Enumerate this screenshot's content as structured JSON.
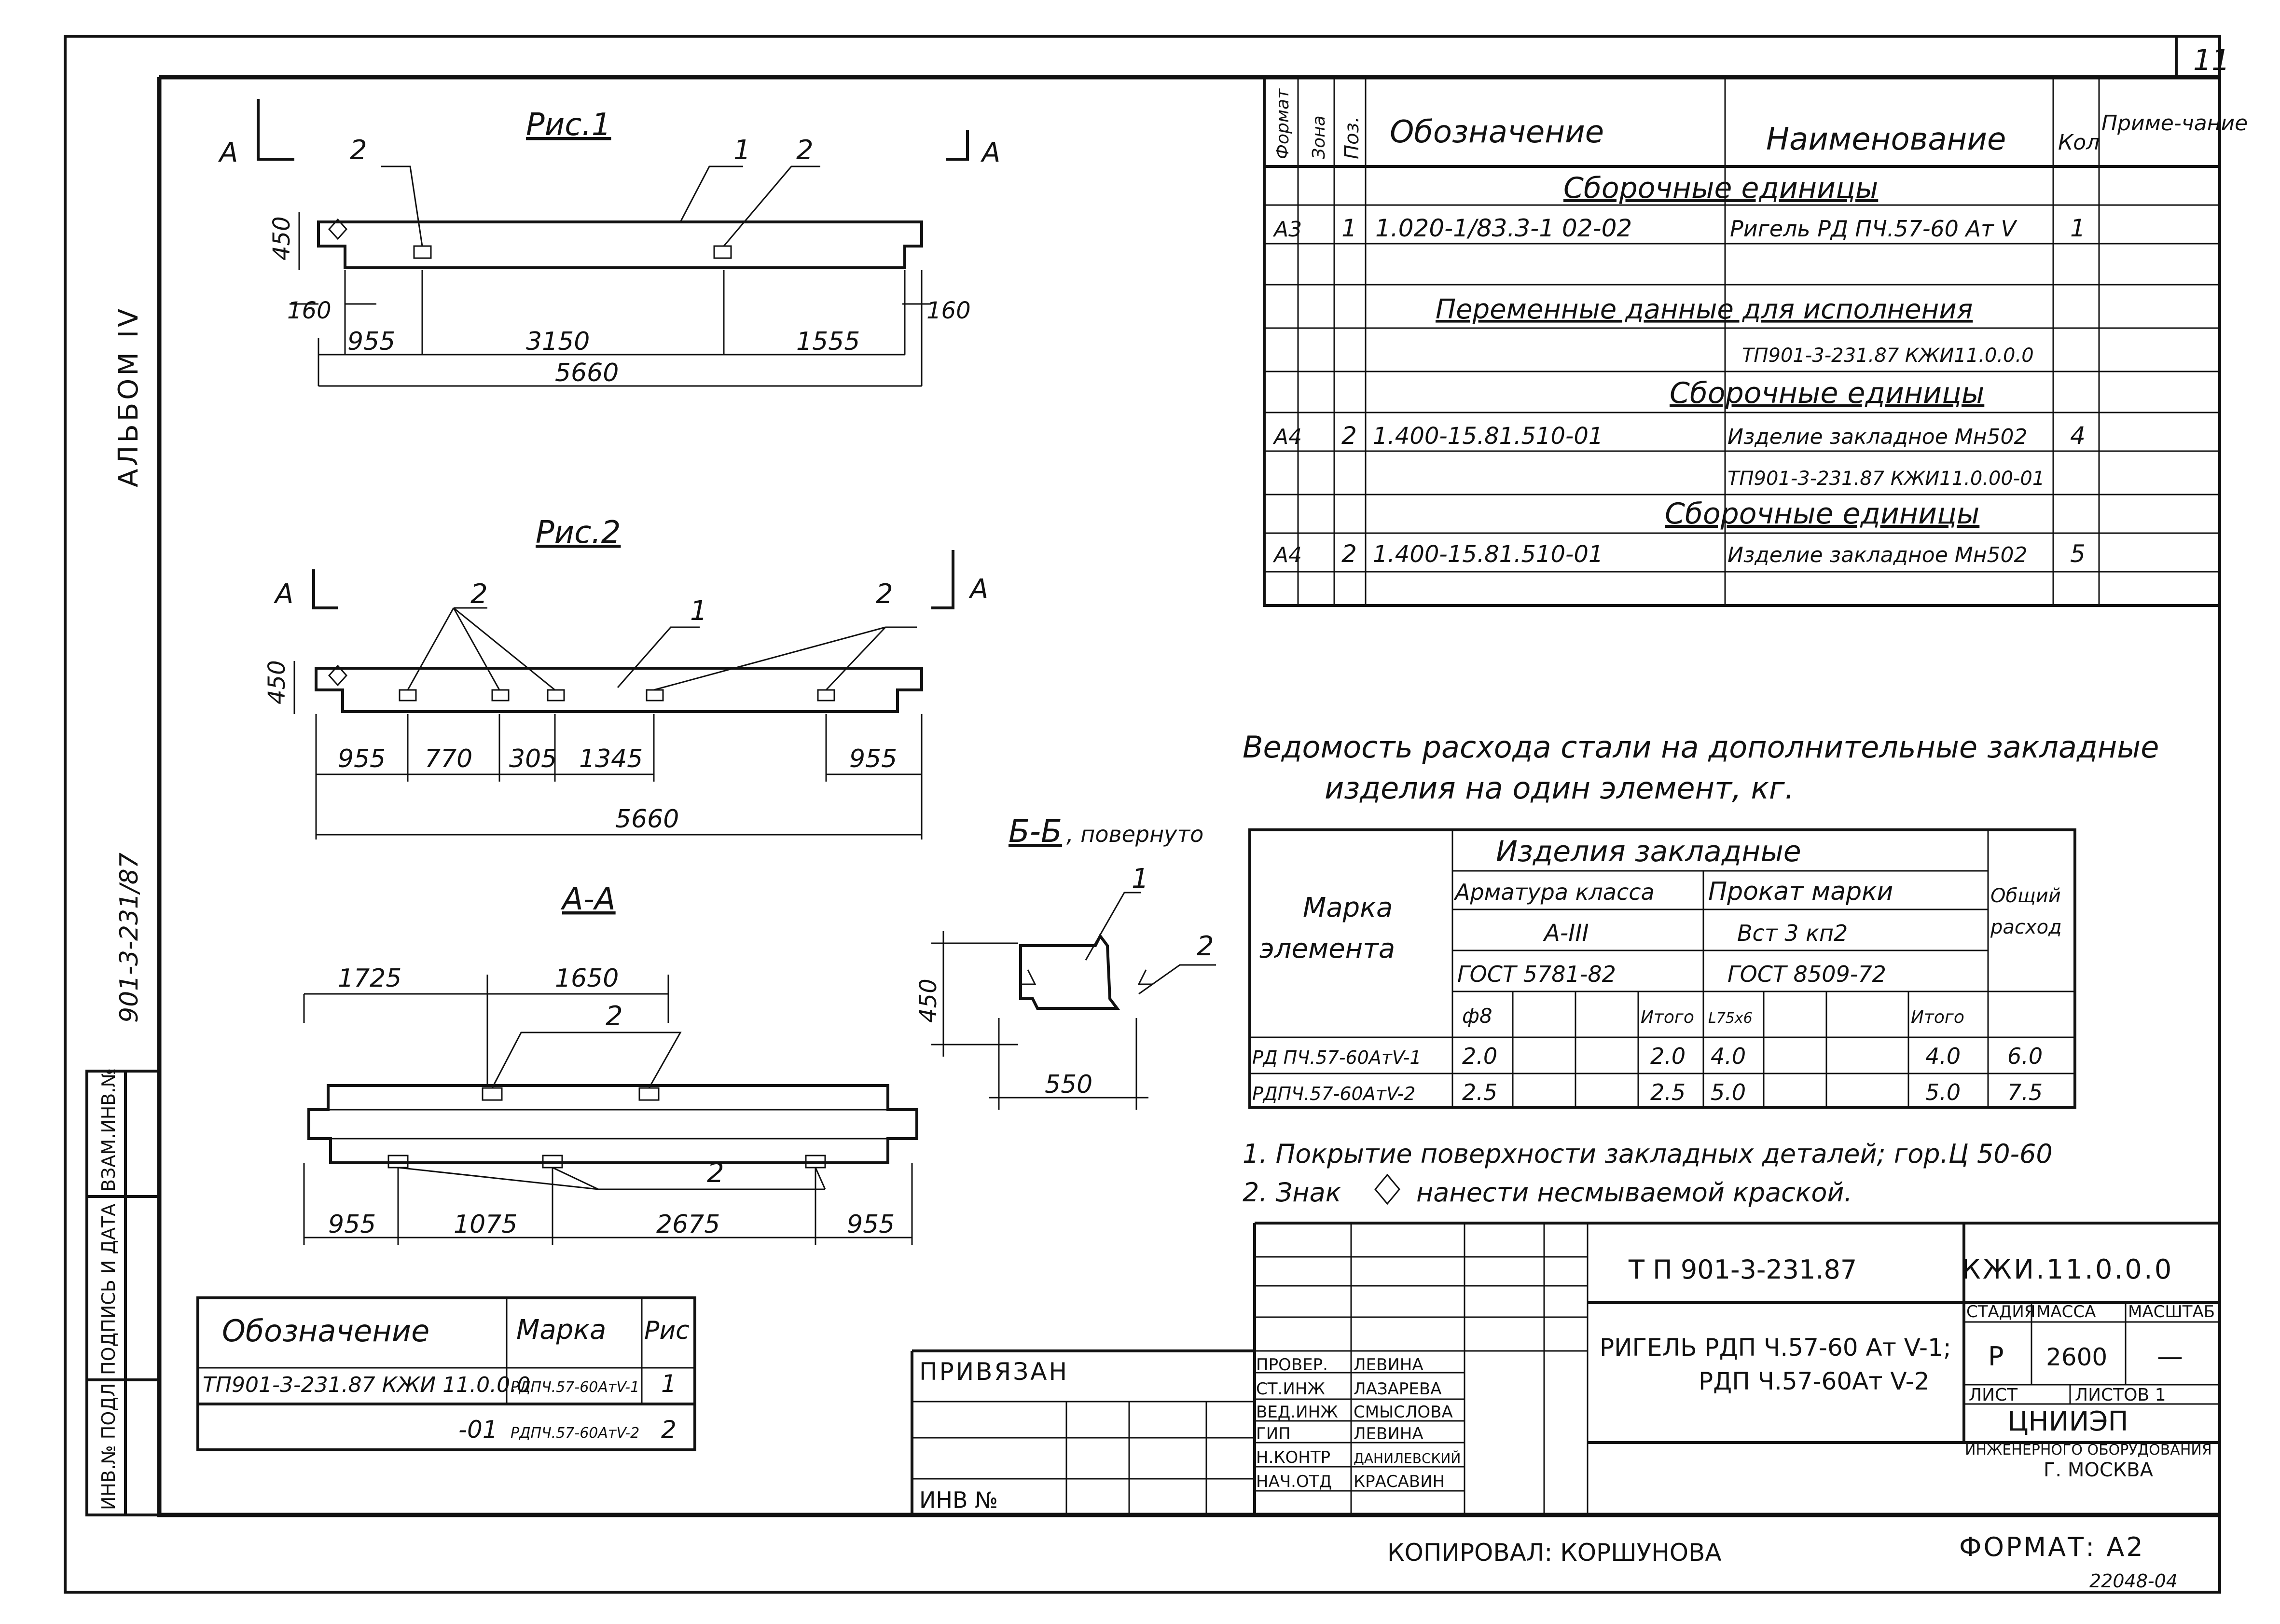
{
  "sheet_number": "11",
  "side": {
    "album": "АЛЬБОМ IV",
    "project": "901-3-231/87"
  },
  "side_stamp": [
    "ИНВ.№ ПОДЛ",
    "ПОДПИСЬ И ДАТА",
    "ВЗАМ.ИНВ.№"
  ],
  "fig1": {
    "title": "Рис.1",
    "sec_a1": "А",
    "sec_a2": "А",
    "pos1": "1",
    "pos2a": "2",
    "pos2b": "2",
    "height": "450",
    "off_l": "160",
    "off_r": "160",
    "d1": "955",
    "d2": "3150",
    "d3": "1555",
    "total": "5660"
  },
  "fig2": {
    "title": "Рис.2",
    "sec_a1": "А",
    "sec_a2": "А",
    "pos2a": "2",
    "pos1": "1",
    "pos2b": "2",
    "height": "450",
    "d1": "955",
    "d2": "770",
    "d3": "305",
    "d4": "1345",
    "d5": "955",
    "total": "5660"
  },
  "view_aa": {
    "title": "А-А",
    "top1": "1725",
    "top2": "1650",
    "pos_top": "2",
    "pos_bot": "2",
    "b1": "955",
    "b2": "1075",
    "b3": "2675",
    "b4": "955"
  },
  "section_bb": {
    "title": "Б-Б",
    "note": ", повернуто",
    "pos1": "1",
    "pos2": "2",
    "height": "450",
    "width": "550"
  },
  "spec": {
    "headers": {
      "format": "Формат",
      "zone": "Зона",
      "pos": "Поз.",
      "designation": "Обозначение",
      "name": "Наименование",
      "qty": "Кол",
      "note": "Приме-чание"
    },
    "sections": {
      "s1": "Сборочные единицы",
      "s2": "Переменные данные для исполнения",
      "s3": "Сборочные единицы",
      "s4": "Сборочные единицы"
    },
    "rows": {
      "r1": {
        "format": "А3",
        "pos": "1",
        "designation": "1.020-1/83.3-1 02-02",
        "name": "Ригель РД ПЧ.57-60 Ат V",
        "qty": "1"
      },
      "r2": {
        "name": "ТП901-3-231.87 КЖИ11.0.0.0"
      },
      "r3": {
        "format": "А4",
        "pos": "2",
        "designation": "1.400-15.81.510-01",
        "name": "Изделие закладное Мн502",
        "qty": "4"
      },
      "r4": {
        "name": "ТП901-3-231.87 КЖИ11.0.00-01"
      },
      "r5": {
        "format": "А4",
        "pos": "2",
        "designation": "1.400-15.81.510-01",
        "name": "Изделие закладное Мн502",
        "qty": "5"
      }
    }
  },
  "steel": {
    "title1": "Ведомость расхода стали на дополнительные закладные",
    "title2": "изделия на один элемент, кг.",
    "h_mark": "Марка",
    "h_mark2": "элемента",
    "h_items": "Изделия закладные",
    "h_arm": "Арматура класса",
    "h_arm_cls": "А-III",
    "h_arm_gost": "ГОСТ 5781-82",
    "h_d": "ф8",
    "h_total1": "Итого",
    "h_rolled": "Прокат марки",
    "h_rolled_m": "Вст 3 кп2",
    "h_rolled_gost": "ГОСТ 8509-72",
    "h_l": "L75х6",
    "h_total2": "Итого",
    "h_sum": "Общий",
    "h_sum2": "расход",
    "rows": {
      "r1": {
        "mark": "РД ПЧ.57-60АтV-1",
        "d8": "2.0",
        "total1": "2.0",
        "l75": "4.0",
        "total2": "4.0",
        "sum": "6.0"
      },
      "r2": {
        "mark": "РДПЧ.57-60АтV-2",
        "d8": "2.5",
        "total1": "2.5",
        "l75": "5.0",
        "total2": "5.0",
        "sum": "7.5"
      }
    }
  },
  "notes": {
    "n1": "1. Покрытие поверхности закладных деталей; гор.Ц 50-60",
    "n2a": "2. Знак",
    "n2b": "нанести несмываемой краской."
  },
  "variants": {
    "h_designation": "Обозначение",
    "h_mark": "Марка",
    "h_fig": "Рис",
    "r1": {
      "designation": "ТП901-3-231.87 КЖИ 11.0.0.0",
      "mark": "РДПЧ.57-60АтV-1",
      "fig": "1"
    },
    "r2": {
      "designation": "-01",
      "mark": "РДПЧ.57-60АтV-2",
      "fig": "2"
    }
  },
  "binding": {
    "label": "ПРИВЯЗАН",
    "inv": "ИНВ №"
  },
  "stamp": {
    "roles": {
      "r1": "ПРОВЕР.",
      "r2": "СТ.ИНЖ",
      "r3": "ВЕД.ИНЖ",
      "r4": "ГИП",
      "r5": "Н.КОНТР",
      "r6": "НАЧ.ОТД"
    },
    "names": {
      "n1": "ЛЕВИНА",
      "n2": "ЛАЗАРЕВА",
      "n3": "СМЫСЛОВА",
      "n4": "ЛЕВИНА",
      "n5": "ДАНИЛЕВСКИЙ",
      "n6": "КРАСАВИН"
    },
    "project": "Т П 901-3-231.87",
    "code": "КЖИ.11.0.0.0",
    "title1": "РИГЕЛЬ РДП Ч.57-60 Ат V-1;",
    "title2": "РДП Ч.57-60Ат V-2",
    "h_stage": "СТАДИЯ",
    "h_mass": "МАССА",
    "h_scale": "МАСШТАБ",
    "stage": "Р",
    "mass": "2600",
    "scale": "—",
    "sheet": "ЛИСТ",
    "sheets": "ЛИСТОВ 1",
    "org1": "ЦНИИЭП",
    "org2": "ИНЖЕНЕРНОГО ОБОРУДОВАНИЯ",
    "org3": "Г. МОСКВА"
  },
  "copied": "КОПИРОВАЛ: КОРШУНОВА",
  "format": "ФОРМАТ: А2",
  "archive": "22048-04"
}
